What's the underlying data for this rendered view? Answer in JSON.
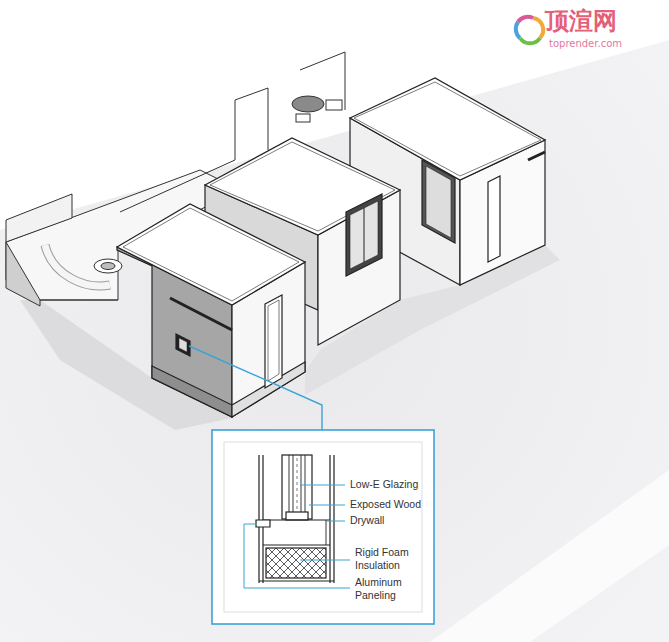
{
  "diagram": {
    "labels": [
      "顶渲网",
      "toprender.com",
      "Low-E Glazing",
      "Exposed Wood",
      "Drywall",
      "Rigid Foam Insulation",
      "Aluminum Paneling"
    ]
  }
}
